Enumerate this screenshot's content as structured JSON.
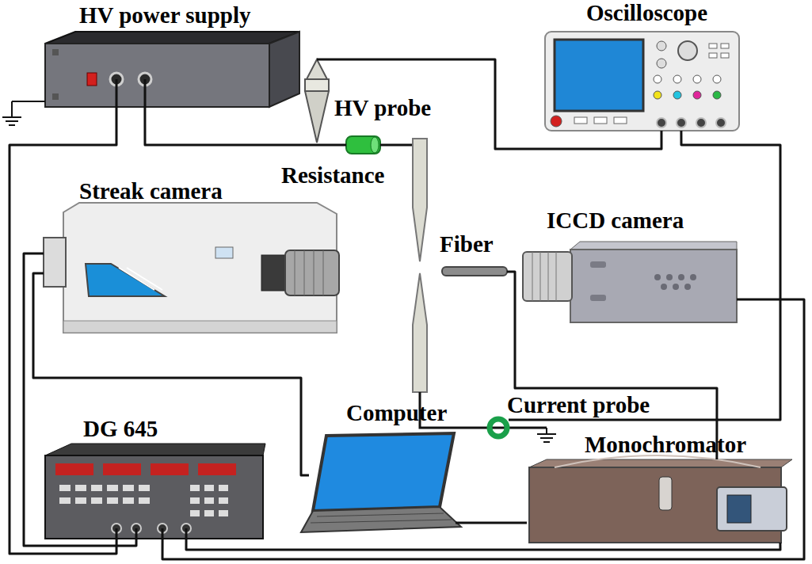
{
  "diagram": {
    "nodes": [
      {
        "text": [
          "HV power supply"
        ]
      },
      {
        "text": [
          "Oscilloscope"
        ]
      },
      {
        "text": [
          "HV probe"
        ]
      },
      {
        "text": [
          "Resistance"
        ]
      },
      {
        "text": [
          "Streak camera"
        ]
      },
      {
        "text": [
          "Fiber"
        ]
      },
      {
        "text": [
          "ICCD camera"
        ]
      },
      {
        "text": [
          "Current probe"
        ]
      },
      {
        "text": [
          "Computer"
        ]
      },
      {
        "text": [
          "DG 645"
        ]
      },
      {
        "text": [
          "Monochromator"
        ]
      }
    ],
    "edges": [
      {
        "from": 0,
        "to": 2,
        "arrow": "none"
      },
      {
        "from": 2,
        "to": 3,
        "arrow": "none"
      },
      {
        "from": 2,
        "to": 1,
        "arrow": "none"
      },
      {
        "from": 1,
        "to": 7,
        "arrow": "none"
      },
      {
        "from": 9,
        "to": 0,
        "arrow": "none"
      },
      {
        "from": 4,
        "to": 9,
        "arrow": "none"
      },
      {
        "from": 9,
        "to": 6,
        "arrow": "none"
      },
      {
        "from": 9,
        "to": 10,
        "arrow": "none"
      },
      {
        "from": 4,
        "to": 8,
        "arrow": "none"
      },
      {
        "from": 5,
        "to": 10,
        "arrow": "none"
      },
      {
        "from": 8,
        "to": 10,
        "arrow": "none"
      }
    ]
  }
}
